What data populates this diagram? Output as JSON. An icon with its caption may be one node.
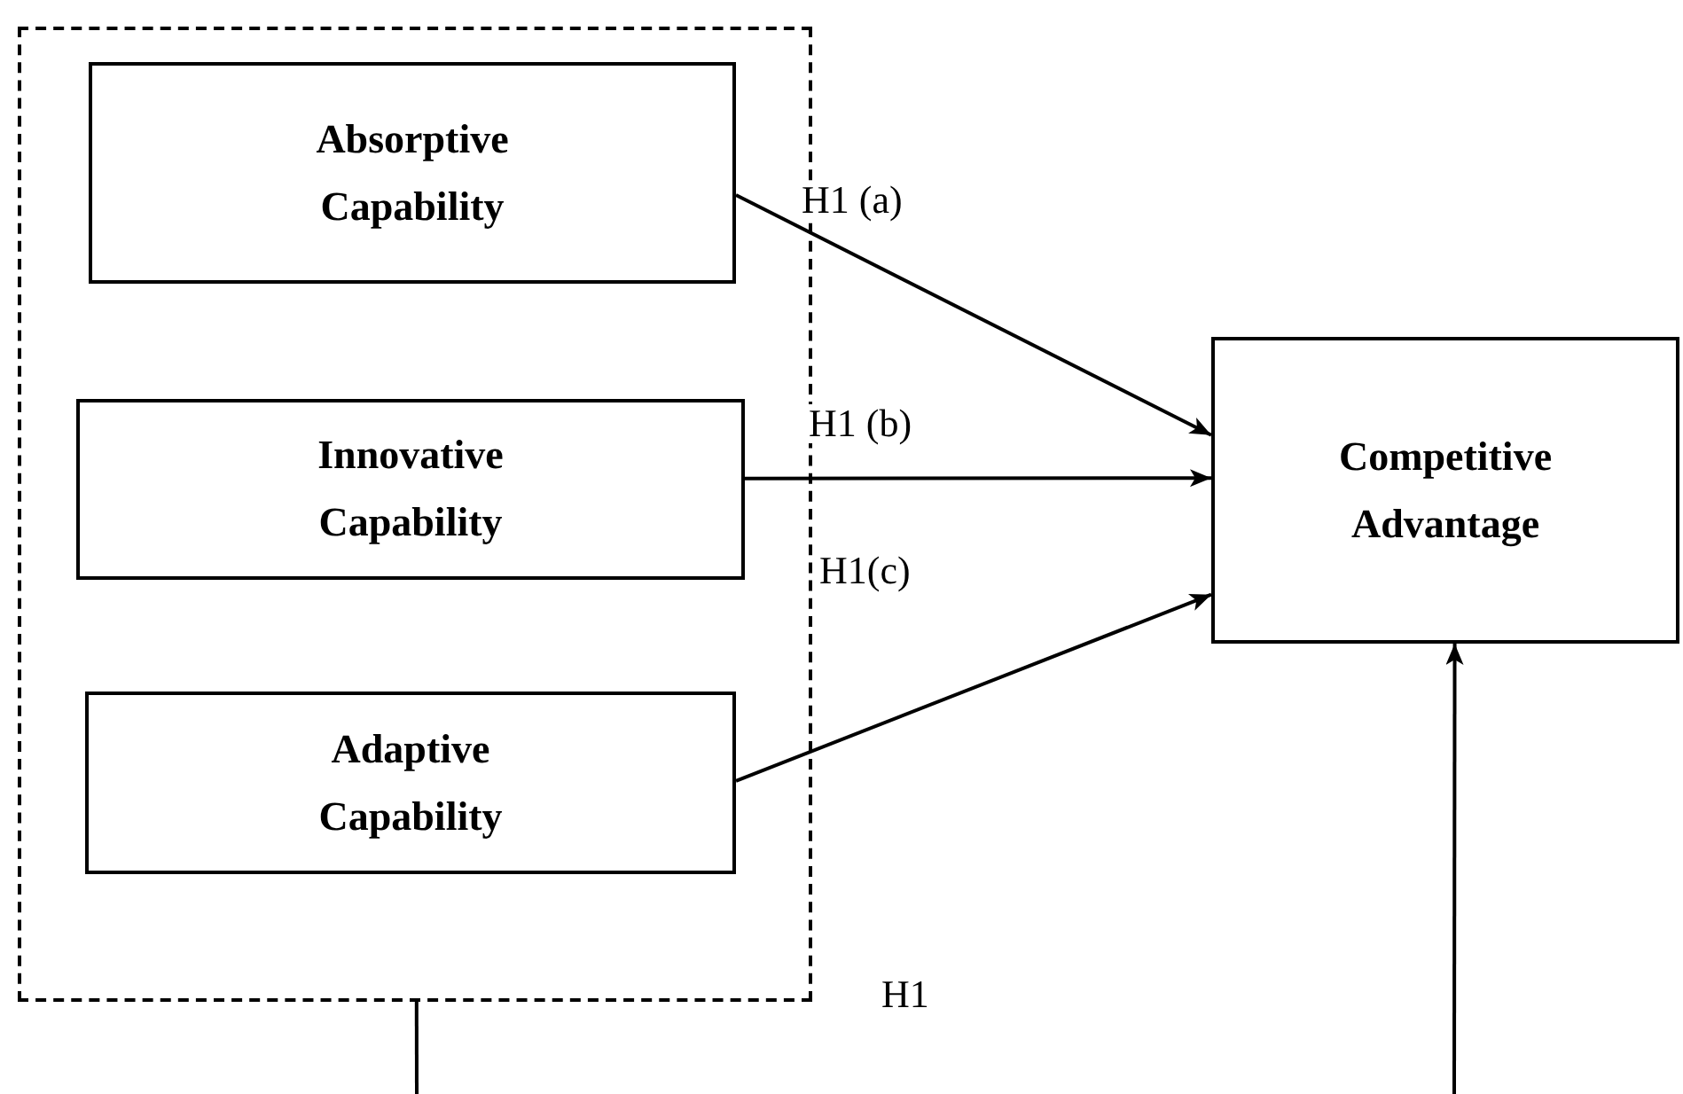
{
  "diagram": {
    "nodes": [
      {
        "text": [],
        "shape": "box"
      },
      {
        "text": [
          "Absorptive Capability"
        ],
        "in": 0
      },
      {
        "text": [
          "Innovative Capability"
        ],
        "in": 0
      },
      {
        "text": [
          "Adaptive Capability"
        ],
        "in": 0
      },
      {
        "text": [
          "Competitive Advantage"
        ]
      }
    ],
    "edges": [
      {
        "from": 1,
        "to": 4,
        "arrow": "to",
        "label": "H1 (a)"
      },
      {
        "from": 2,
        "to": 4,
        "arrow": "to",
        "label": "H1 (b)"
      },
      {
        "from": 3,
        "to": 4,
        "arrow": "to",
        "label": "H1(c)"
      },
      {
        "from": 0,
        "to": null,
        "arrow": "none"
      },
      {
        "from": null,
        "to": 4,
        "arrow": "to"
      }
    ],
    "labels": [
      "H1"
    ]
  }
}
